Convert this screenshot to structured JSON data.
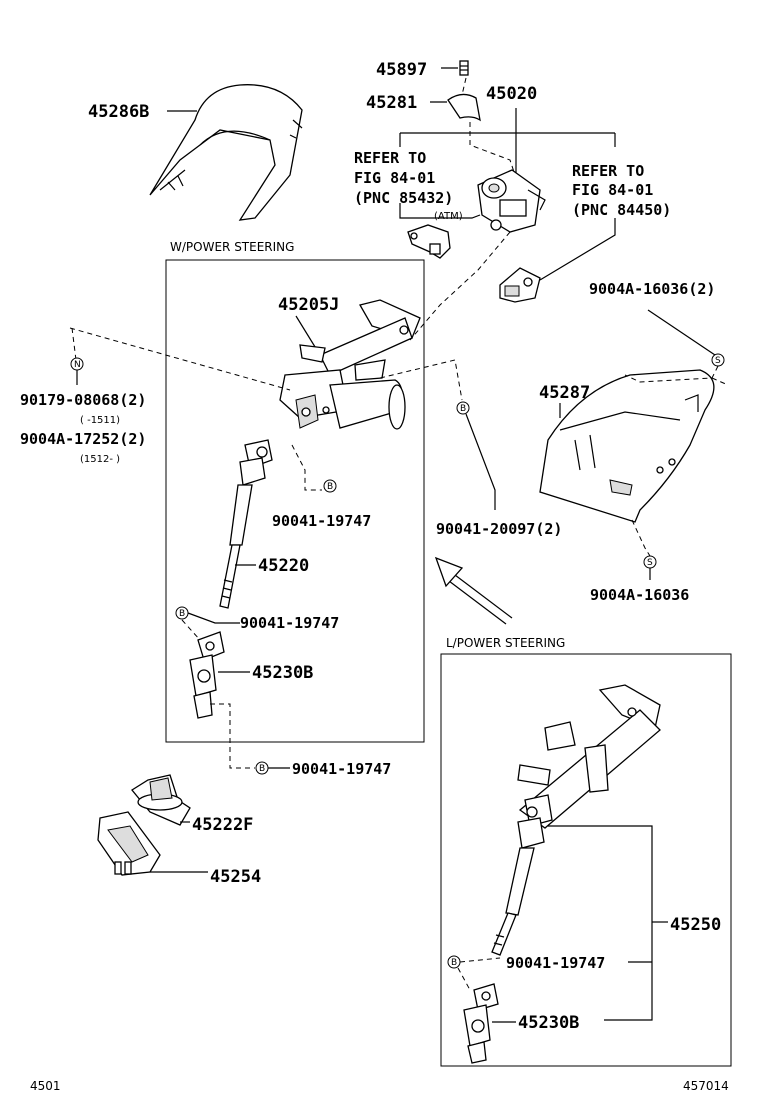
{
  "labels": {
    "p45897": "45897",
    "p45281": "45281",
    "p45020": "45020",
    "p45286B": "45286B",
    "ref1_line1": "REFER TO",
    "ref1_line2": "FIG 84-01",
    "ref1_line3": "(PNC 85432)",
    "ref1_note": "(ATM)",
    "ref2_line1": "REFER TO",
    "ref2_line2": "FIG 84-01",
    "ref2_line3": "(PNC 84450)",
    "w_power_steering": "W/POWER STEERING",
    "l_power_steering": "L/POWER STEERING",
    "p45205J": "45205J",
    "p9004A_16036_2": "9004A-16036(2)",
    "p45287": "45287",
    "p90179_08068": "90179-08068(2)",
    "range1": "(      -1511)",
    "p9004A_17252": "9004A-17252(2)",
    "range2": "(1512-      )",
    "p90041_19747_a": "90041-19747",
    "p90041_20097": "90041-20097(2)",
    "p9004A_16036": "9004A-16036",
    "p45220": "45220",
    "p90041_19747_b": "90041-19747",
    "p45230B_a": "45230B",
    "p90041_19747_c": "90041-19747",
    "p45222F": "45222F",
    "p45254": "45254",
    "p45250": "45250",
    "p90041_19747_d": "90041-19747",
    "p45230B_b": "45230B",
    "footer_left": "4501",
    "footer_right": "457014"
  },
  "markers": {
    "b": "B",
    "s": "S",
    "n": "N"
  },
  "colors": {
    "ink": "#000000",
    "paper": "#ffffff",
    "shade": "#dddddd"
  }
}
